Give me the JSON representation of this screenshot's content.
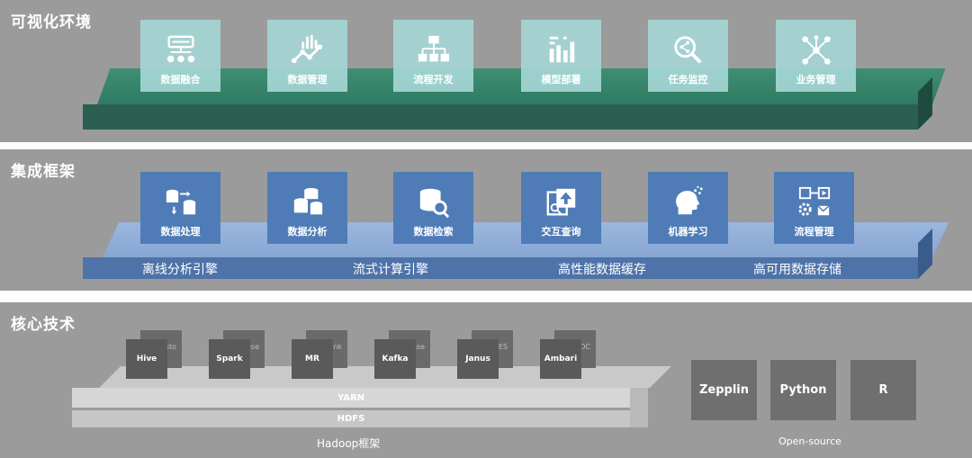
{
  "layer1": {
    "title": "可视化环境",
    "items": [
      {
        "label": "数据融合",
        "icon": "data-fusion-icon"
      },
      {
        "label": "数据管理",
        "icon": "line-chart-icon"
      },
      {
        "label": "流程开发",
        "icon": "flow-tree-icon"
      },
      {
        "label": "模型部署",
        "icon": "bar-chart-icon"
      },
      {
        "label": "任务监控",
        "icon": "search-share-icon"
      },
      {
        "label": "业务管理",
        "icon": "network-icon"
      }
    ]
  },
  "layer2": {
    "title": "集成框架",
    "items": [
      {
        "label": "数据处理",
        "icon": "database-transfer-icon"
      },
      {
        "label": "数据分析",
        "icon": "database-stack-icon"
      },
      {
        "label": "数据检索",
        "icon": "database-search-icon"
      },
      {
        "label": "交互查询",
        "icon": "screen-upload-icon"
      },
      {
        "label": "机器学习",
        "icon": "brain-head-icon"
      },
      {
        "label": "流程管理",
        "icon": "workflow-icon"
      }
    ],
    "engines": [
      "离线分析引擎",
      "流式计算引擎",
      "高性能数据缓存",
      "高可用数据存储"
    ]
  },
  "layer3": {
    "title": "核心技术",
    "tools": [
      {
        "front": "Hive",
        "back": "Presto"
      },
      {
        "front": "Spark",
        "back": "House"
      },
      {
        "front": "MR",
        "back": "Flink"
      },
      {
        "front": "Kafka",
        "back": "Hbase"
      },
      {
        "front": "Janus",
        "back": "ES"
      },
      {
        "front": "Ambari",
        "back": "DC"
      }
    ],
    "yarn": "YARN",
    "hdfs": "HDFS",
    "hadoop_caption": "Hadoop框架",
    "open_source": [
      "Zepplin",
      "Python",
      "R"
    ],
    "open_source_caption": "Open-source"
  }
}
